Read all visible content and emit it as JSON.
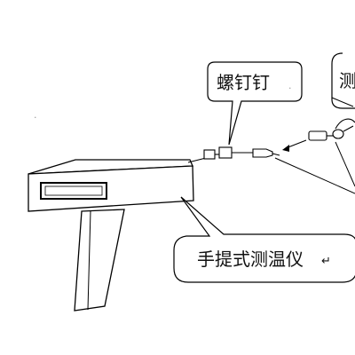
{
  "callouts": {
    "screw": "螺钉钉",
    "meter": "手提式测温仪",
    "probe": "测"
  },
  "marks": {
    "return_mark": "↵",
    "small_mark": "."
  },
  "colors": {
    "stroke": "#000000",
    "background": "#ffffff"
  }
}
